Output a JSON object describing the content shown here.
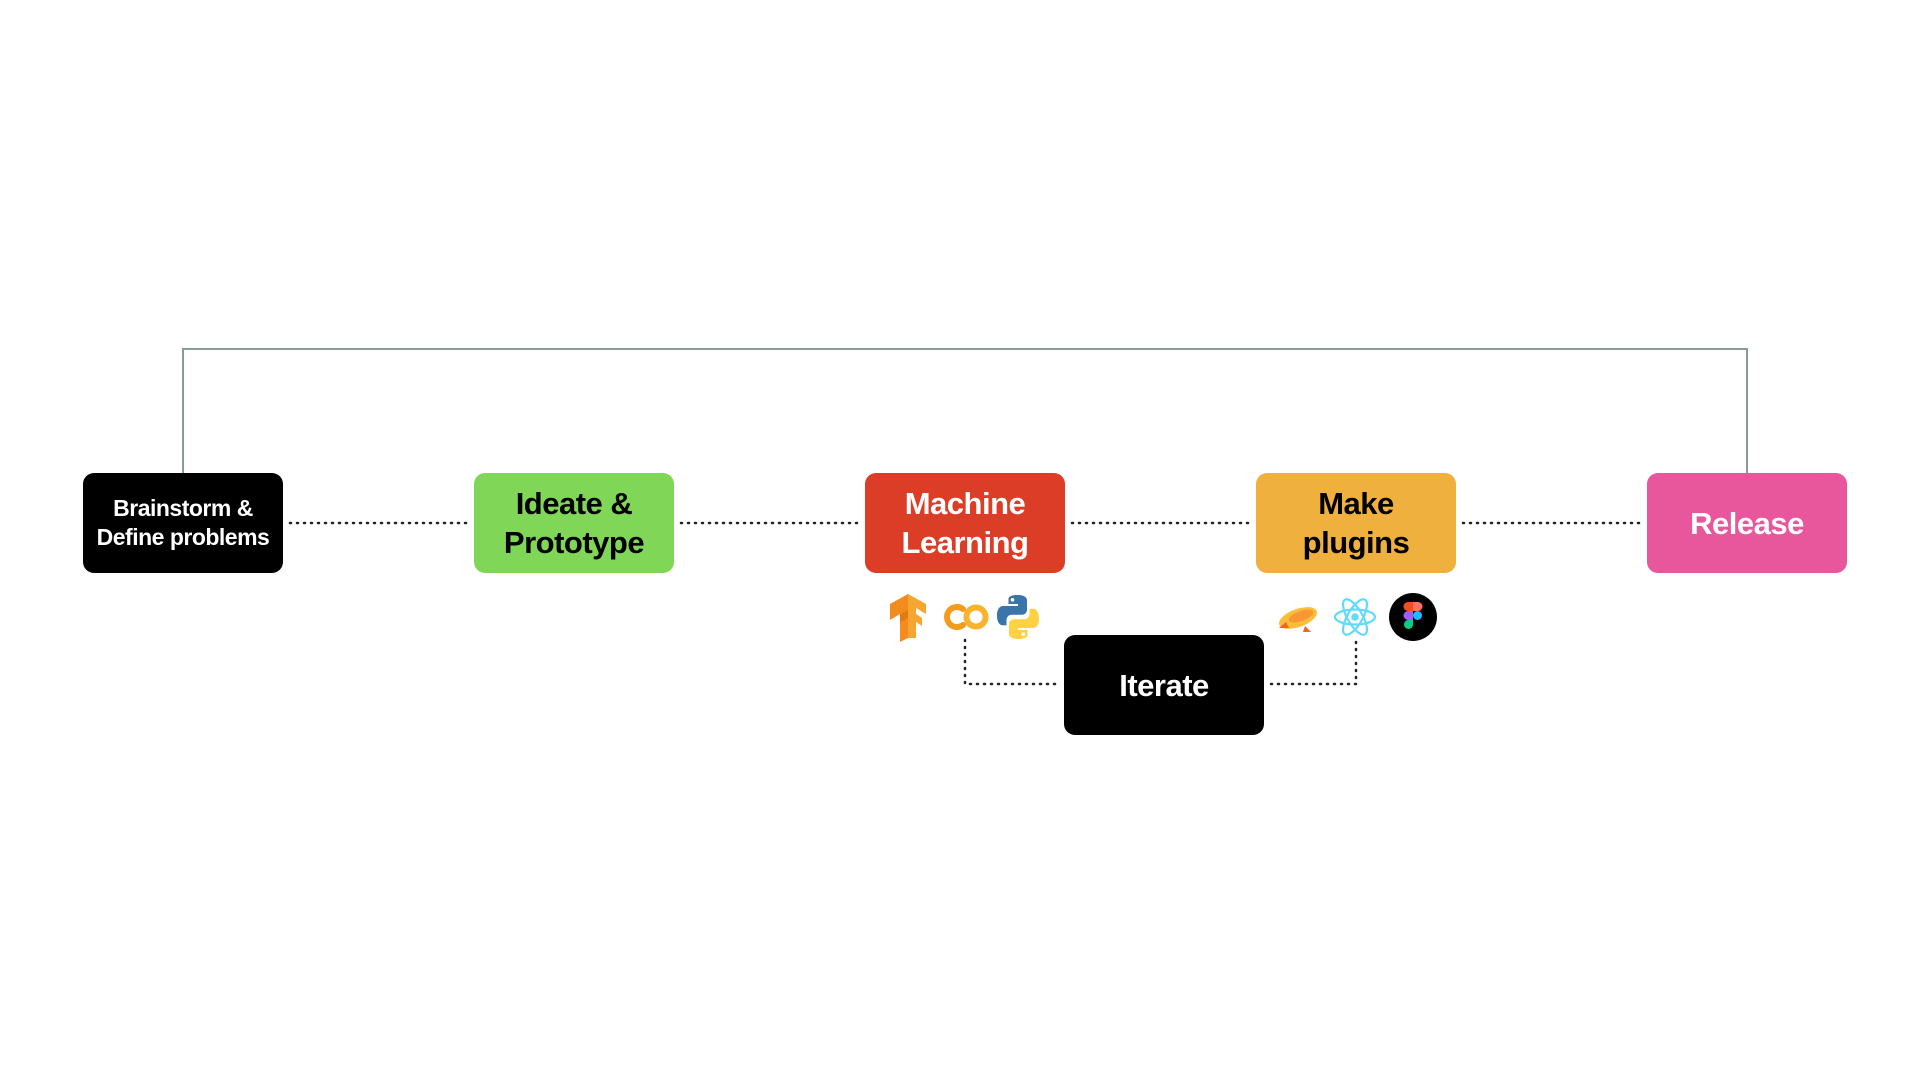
{
  "colors": {
    "background": "#ffffff",
    "loop_line": "#8a9a9a",
    "dotted_line": "#222222",
    "brainstorm": "#000000",
    "ideate": "#7fd657",
    "ml": "#dc3d27",
    "plugins": "#f0b03e",
    "release": "#e8569c",
    "iterate": "#000000"
  },
  "steps": {
    "brainstorm": {
      "label": "Brainstorm &\nDefine problems",
      "text_color": "#ffffff"
    },
    "ideate": {
      "label": "Ideate &\nPrototype",
      "text_color": "#000000"
    },
    "machine_learning": {
      "label": "Machine\nLearning",
      "text_color": "#ffffff"
    },
    "make_plugins": {
      "label": "Make\nplugins",
      "text_color": "#000000"
    },
    "release": {
      "label": "Release",
      "text_color": "#ffffff"
    },
    "iterate": {
      "label": "Iterate",
      "text_color": "#ffffff"
    }
  },
  "icons": {
    "machine_learning": [
      "tensorflow-icon",
      "colab-icon",
      "python-icon"
    ],
    "make_plugins": [
      "zeplin-icon",
      "react-icon",
      "figma-icon"
    ]
  }
}
